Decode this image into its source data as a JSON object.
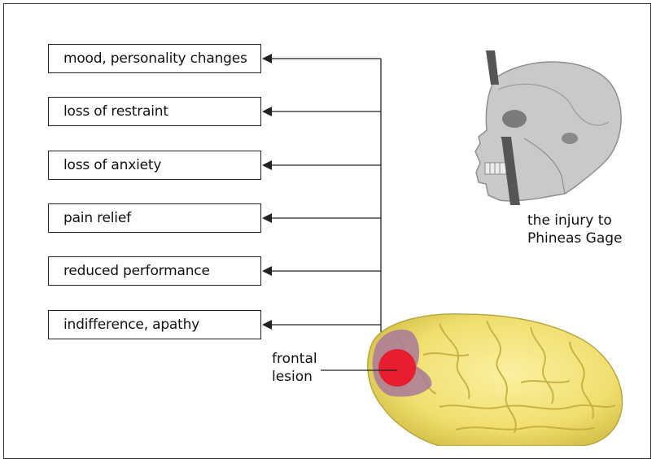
{
  "effects": [
    "mood, personality  changes",
    "loss of restraint",
    "loss of anxiety",
    "pain relief",
    "reduced performance",
    "indifference, apathy"
  ],
  "lesion_label": {
    "line1": "frontal",
    "line2": "lesion"
  },
  "skull_caption": {
    "line1": "the injury to",
    "line2": "Phineas Gage"
  },
  "colors": {
    "lesion": "#e61e2d",
    "lesion_halo": "#a9799a",
    "brain": "#f2e27a",
    "skull": "#c9c9c9",
    "rod": "#555555",
    "line": "#222222"
  }
}
